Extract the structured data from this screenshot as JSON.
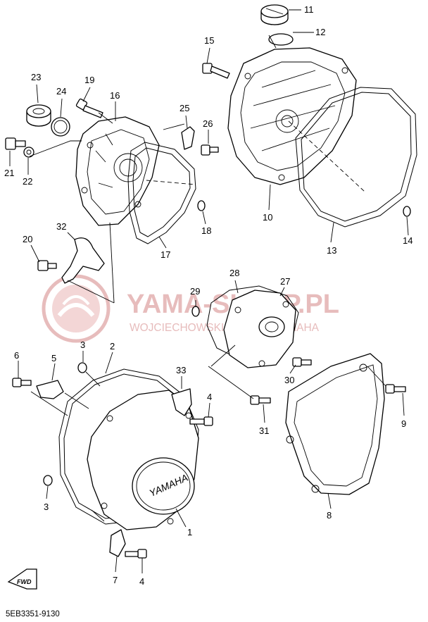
{
  "watermark": {
    "title": "YAMA-SKLEP.PL",
    "subtitle": "WOJCIECHOWSKI DEALER YAMAHA",
    "color": "#e7bcbc"
  },
  "cover_logo": "YAMAHA",
  "direction_badge": "FWD",
  "diagram_code": "5EB3351-9130",
  "callouts": [
    "1",
    "2",
    "3",
    "3",
    "4",
    "4",
    "5",
    "6",
    "7",
    "8",
    "9",
    "10",
    "11",
    "12",
    "13",
    "14",
    "15",
    "16",
    "17",
    "18",
    "19",
    "20",
    "21",
    "22",
    "23",
    "24",
    "25",
    "26",
    "27",
    "28",
    "29",
    "30",
    "31",
    "32",
    "33"
  ]
}
